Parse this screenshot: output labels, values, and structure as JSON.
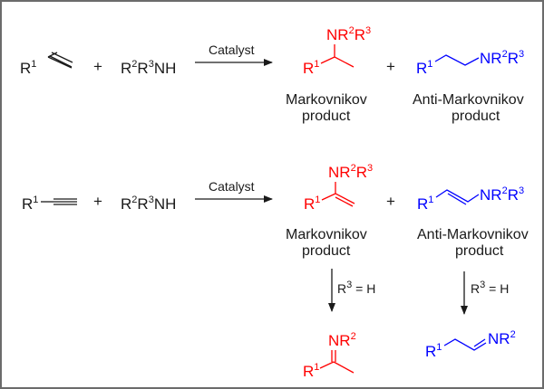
{
  "colors": {
    "markovnikov": "#ff0000",
    "anti_markovnikov": "#0000ff",
    "text": "#1a1a1a",
    "border": "#6b6b6b"
  },
  "row1": {
    "substrate": {
      "R": "R",
      "sup": "1",
      "type": "alkene"
    },
    "plus": "+",
    "amine": {
      "R2": "R",
      "s2": "2",
      "R3": "R",
      "s3": "3",
      "tail": "NH"
    },
    "arrow_label": "Catalyst",
    "markovnikov": {
      "N": "NR",
      "s2": "2",
      "R3": "R",
      "s3": "3",
      "R1": "R",
      "s1": "1",
      "caption1": "Markovnikov",
      "caption2": "product"
    },
    "plus2": "+",
    "anti": {
      "R1": "R",
      "s1": "1",
      "N": "NR",
      "s2": "2",
      "R3": "R",
      "s3": "3",
      "caption1": "Anti-Markovnikov",
      "caption2": "product"
    }
  },
  "row2": {
    "substrate": {
      "R": "R",
      "sup": "1",
      "type": "alkyne"
    },
    "plus": "+",
    "amine": {
      "R2": "R",
      "s2": "2",
      "R3": "R",
      "s3": "3",
      "tail": "NH"
    },
    "arrow_label": "Catalyst",
    "markovnikov": {
      "N": "NR",
      "s2": "2",
      "R3": "R",
      "s3": "3",
      "R1": "R",
      "s1": "1",
      "caption1": "Markovnikov",
      "caption2": "product"
    },
    "plus2": "+",
    "anti": {
      "R1": "R",
      "s1": "1",
      "N": "NR",
      "s2": "2",
      "R3": "R",
      "s3": "3",
      "caption1": "Anti-Markovnikov",
      "caption2": "product"
    }
  },
  "row3": {
    "left_condition": {
      "R": "R",
      "s": "3",
      "rest": " = H"
    },
    "right_condition": {
      "R": "R",
      "s": "3",
      "rest": " = H"
    },
    "markovnikov_imine": {
      "N": "NR",
      "s2": "2",
      "R1": "R",
      "s1": "1"
    },
    "anti_imine": {
      "R1": "R",
      "s1": "1",
      "N": "NR",
      "s2": "2"
    }
  }
}
